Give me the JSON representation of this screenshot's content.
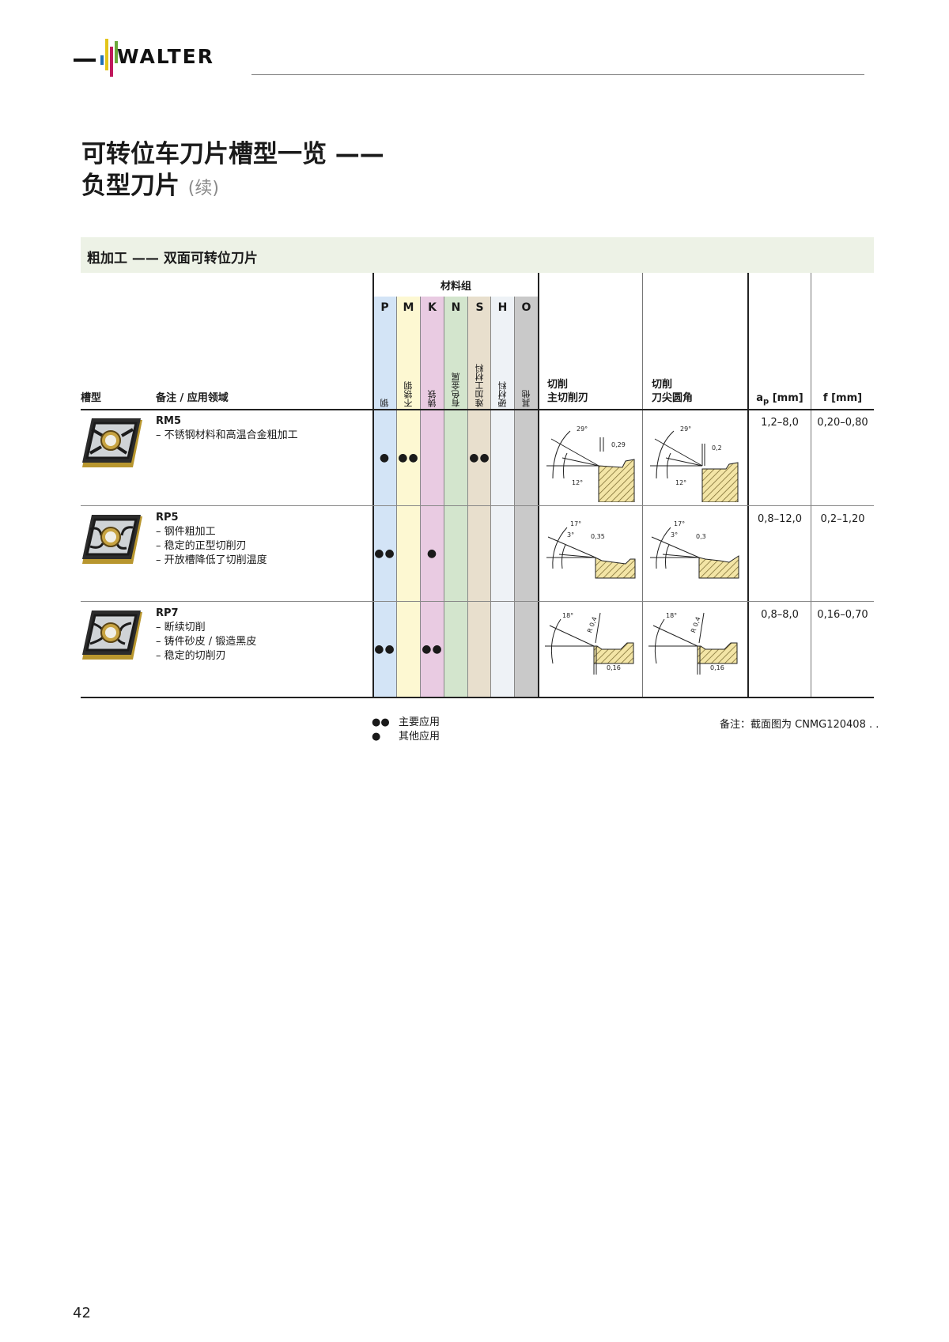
{
  "brand": {
    "logo_text": "WALTER",
    "bar_colors": [
      "#1f6fb5",
      "#e3c51a",
      "#c0195c",
      "#6aa83a"
    ]
  },
  "title": {
    "line1": "可转位车刀片槽型一览 ——",
    "line2": "负型刀片",
    "continued": "(续)"
  },
  "section": {
    "label": "粗加工 —— 双面可转位刀片"
  },
  "table": {
    "headers": {
      "geometry": "槽型",
      "application": "备注 / 应用领域",
      "material_group": "材料组",
      "cutting_main_l1": "切削",
      "cutting_main_l2": "主切削刃",
      "cutting_nose_l1": "切削",
      "cutting_nose_l2": "刀尖圆角",
      "ap": "a",
      "ap_sub": "p",
      "ap_unit": " [mm]",
      "f": "f [mm]"
    },
    "materials": [
      {
        "letter": "P",
        "name": "钢",
        "color": "#d3e4f6"
      },
      {
        "letter": "M",
        "name": "不锈钢",
        "color": "#fdf8d2"
      },
      {
        "letter": "K",
        "name": "铸铁",
        "color": "#e9cbe2"
      },
      {
        "letter": "N",
        "name": "有色金属",
        "color": "#d3e5cd"
      },
      {
        "letter": "S",
        "name": "难加工材料",
        "color": "#e8dfcd"
      },
      {
        "letter": "H",
        "name": "硬材料",
        "color": "#eef2f6"
      },
      {
        "letter": "O",
        "name": "其他",
        "color": "#c9c9c9"
      }
    ],
    "rows": [
      {
        "code": "RM5",
        "notes": [
          "– 不锈钢材料和高温合金粗加工"
        ],
        "dots": {
          "P": "●",
          "M": "●●",
          "K": "",
          "N": "",
          "S": "●●",
          "H": "",
          "O": ""
        },
        "main_edge": {
          "angle_top": "29°",
          "angle_bottom": "12°",
          "width": "0,29"
        },
        "nose": {
          "angle_top": "29°",
          "angle_bottom": "12°",
          "width": "0,2"
        },
        "ap": "1,2–8,0",
        "f": "0,20–0,80"
      },
      {
        "code": "RP5",
        "notes": [
          "– 钢件粗加工",
          "– 稳定的正型切削刃",
          "– 开放槽降低了切削温度"
        ],
        "dots": {
          "P": "●●",
          "M": "",
          "K": "●",
          "N": "",
          "S": "",
          "H": "",
          "O": ""
        },
        "main_edge": {
          "angle_top": "17°",
          "angle_bottom": "3°",
          "width": "0,35"
        },
        "nose": {
          "angle_top": "17°",
          "angle_bottom": "3°",
          "width": "0,3"
        },
        "ap": "0,8–12,0",
        "f": "0,2–1,20"
      },
      {
        "code": "RP7",
        "notes": [
          "– 断续切削",
          "– 铸件砂皮 / 锻造黑皮",
          "– 稳定的切削刃"
        ],
        "dots": {
          "P": "●●",
          "M": "",
          "K": "●●",
          "N": "",
          "S": "",
          "H": "",
          "O": ""
        },
        "main_edge": {
          "angle_top": "18°",
          "radius": "R 0,4",
          "width": "0,16"
        },
        "nose": {
          "angle_top": "18°",
          "radius": "R 0,4",
          "width": "0,16"
        },
        "ap": "0,8–8,0",
        "f": "0,16–0,70"
      }
    ]
  },
  "legend": {
    "primary_symbol": "●●",
    "primary_label": "主要应用",
    "secondary_symbol": "●",
    "secondary_label": "其他应用"
  },
  "footnote": "备注：截面图为 CNMG120408 . .",
  "page_number": "42"
}
